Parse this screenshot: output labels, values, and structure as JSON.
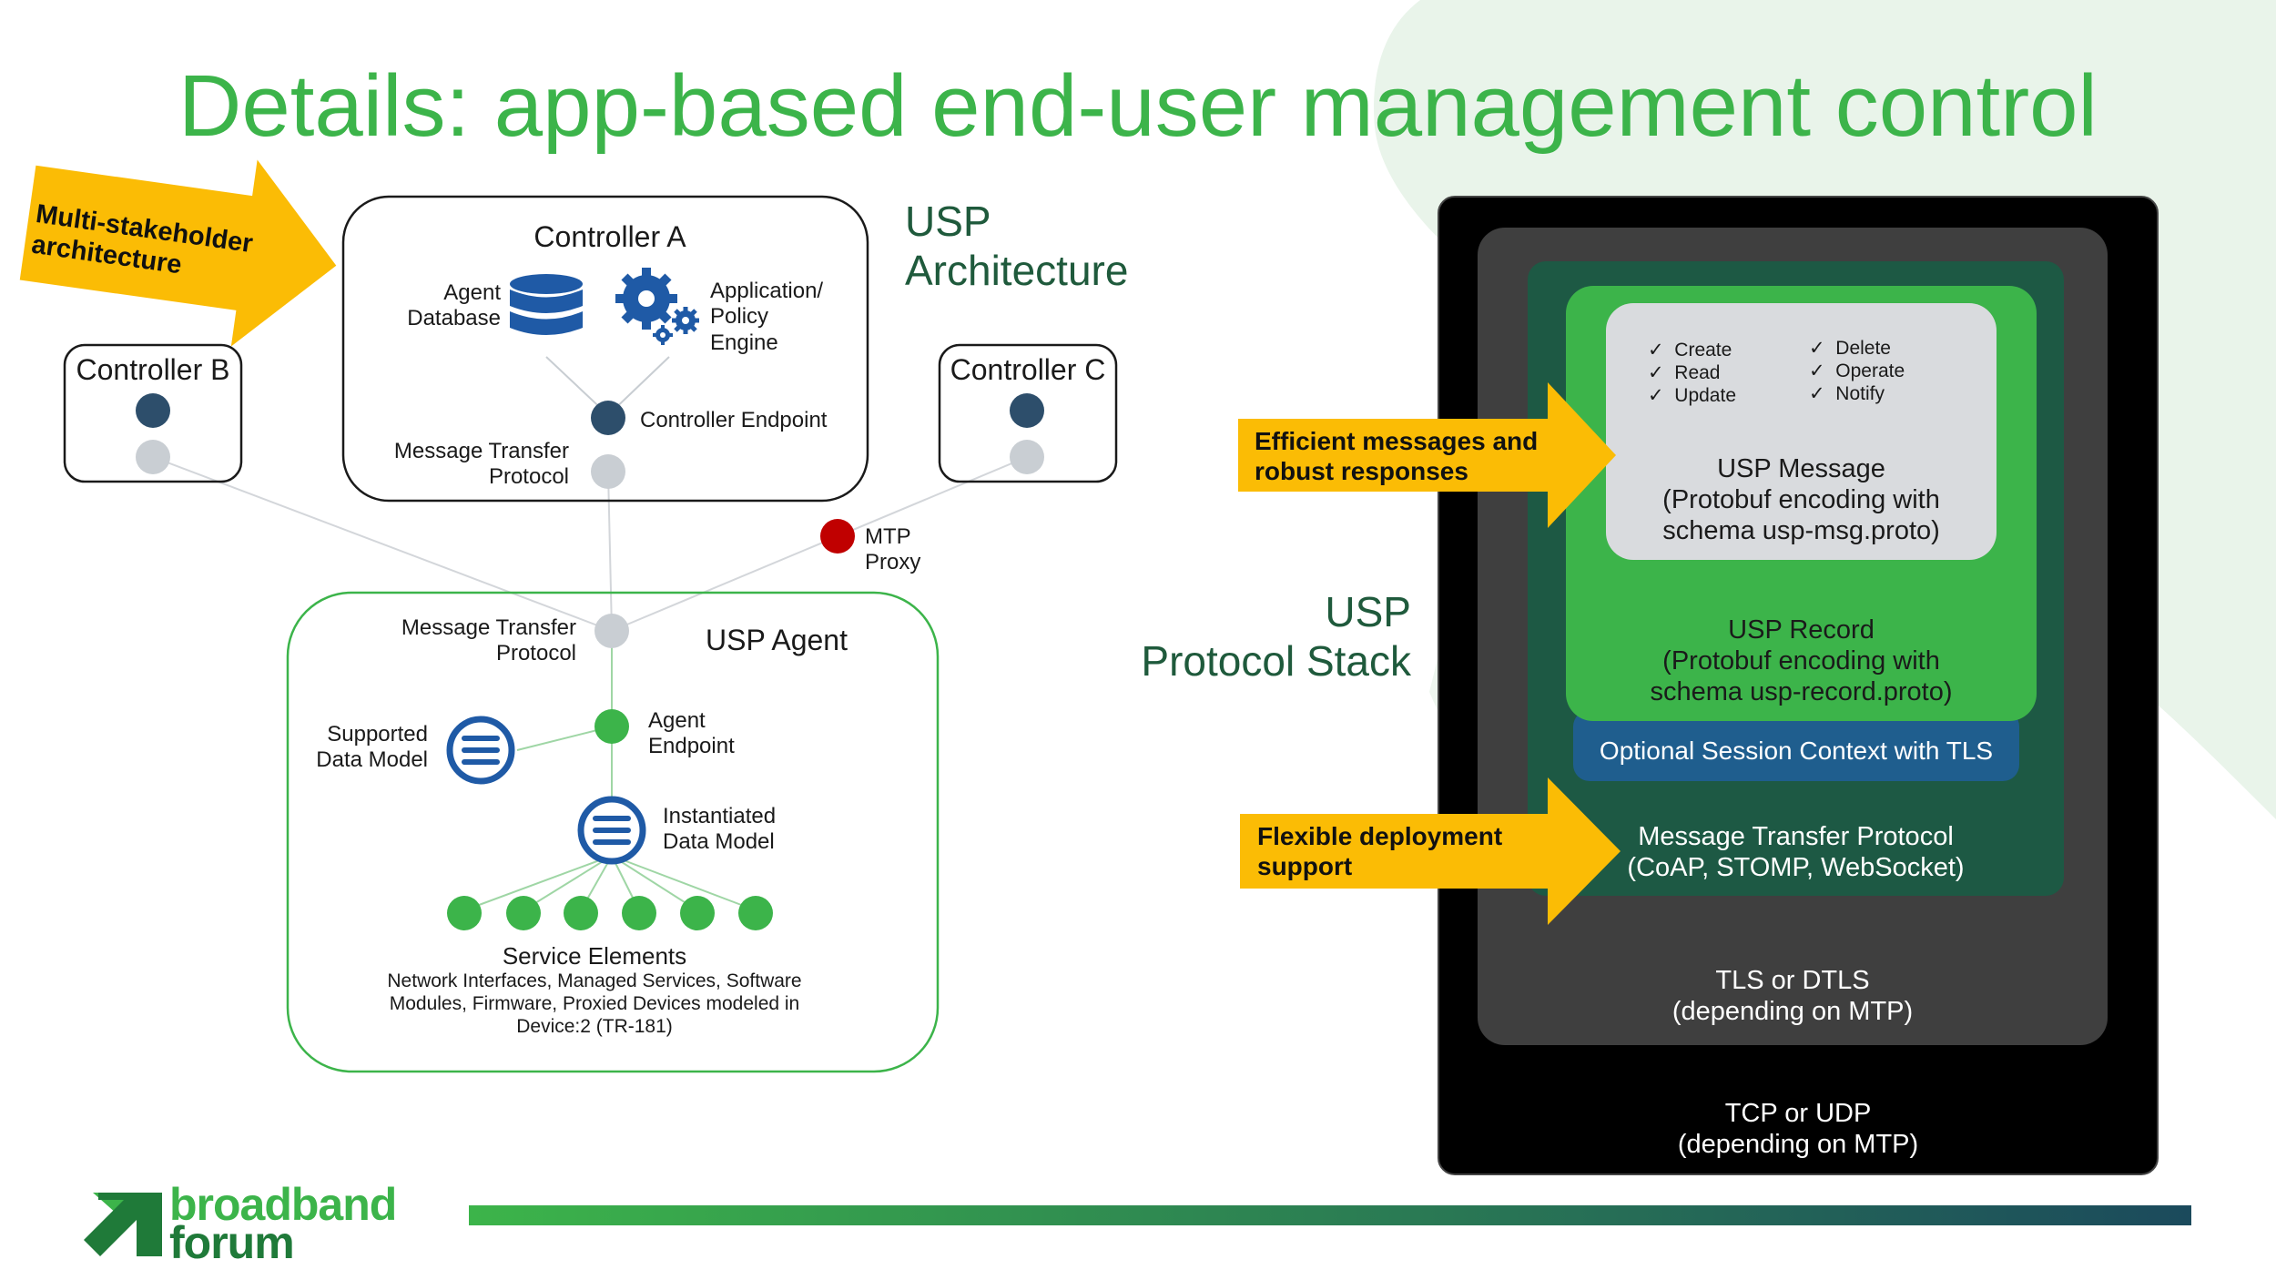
{
  "title": "Details: app-based end-user management control",
  "architecture": {
    "heading": "USP\nArchitecture",
    "callout": "Multi-stakeholder\narchitecture",
    "controller_a": {
      "title": "Controller A",
      "agent_database": "Agent\nDatabase",
      "app_policy_engine": "Application/\nPolicy\nEngine",
      "controller_endpoint": "Controller Endpoint",
      "mtp": "Message Transfer\nProtocol"
    },
    "controller_b": {
      "title": "Controller B"
    },
    "controller_c": {
      "title": "Controller C"
    },
    "mtp_proxy": "MTP\nProxy",
    "agent": {
      "title": "USP Agent",
      "mtp": "Message Transfer\nProtocol",
      "agent_endpoint": "Agent\nEndpoint",
      "supported_data_model": "Supported\nData Model",
      "instantiated_data_model": "Instantiated\nData Model",
      "service_elements_title": "Service Elements",
      "service_elements_desc": "Network Interfaces, Managed Services, Software\nModules, Firmware, Proxied Devices modeled in\nDevice:2 (TR-181)"
    }
  },
  "stack": {
    "heading": "USP\nProtocol Stack",
    "callout_messages": "Efficient messages and\nrobust responses",
    "callout_deployment": "Flexible deployment\nsupport",
    "operations_left": [
      "Create",
      "Read",
      "Update"
    ],
    "operations_right": [
      "Delete",
      "Operate",
      "Notify"
    ],
    "check_mark": "✓",
    "usp_message": "USP Message\n(Protobuf encoding with\nschema usp-msg.proto)",
    "usp_record": "USP Record\n(Protobuf encoding with\nschema usp-record.proto)",
    "session_context": "Optional Session Context with TLS",
    "mtp": "Message Transfer Protocol\n(CoAP, STOMP, WebSocket)",
    "tls": "TLS or DTLS\n(depending on MTP)",
    "tcp": "TCP or UDP\n(depending on MTP)"
  },
  "logo": {
    "line1": "broadband",
    "line2": "forum"
  },
  "colors": {
    "title_green": "#3cb44a",
    "heading_dark_green": "#1f5a3c",
    "callout_yellow": "#fbbc05",
    "controller_blue": "#2d4e6b",
    "mtp_grey": "#c9ced3",
    "proxy_red": "#c00000",
    "agent_green": "#3cb44a",
    "stack_black": "#000000",
    "stack_dark_grey": "#3f3f3f",
    "stack_dark_green": "#1d5944",
    "stack_green": "#3cb44a",
    "stack_light_grey": "#d9dbde",
    "session_blue": "#1f5e8e"
  },
  "icons": [
    "database-icon",
    "gears-icon",
    "data-model-icon"
  ]
}
